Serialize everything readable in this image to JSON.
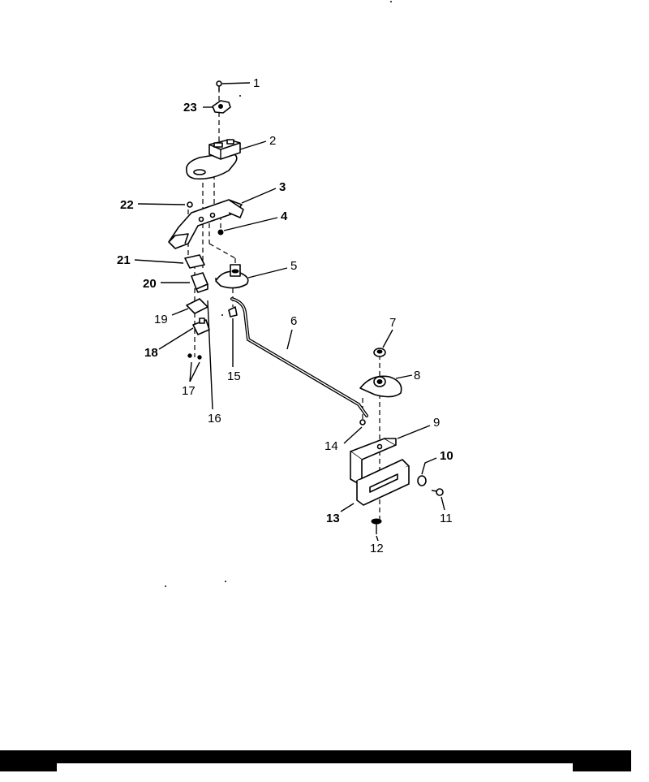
{
  "parts": [
    {
      "id": "1",
      "label": "1"
    },
    {
      "id": "2",
      "label": "2"
    },
    {
      "id": "3",
      "label": "3"
    },
    {
      "id": "4",
      "label": "4"
    },
    {
      "id": "5",
      "label": "5"
    },
    {
      "id": "6",
      "label": "6"
    },
    {
      "id": "7",
      "label": "7"
    },
    {
      "id": "8",
      "label": "8"
    },
    {
      "id": "9",
      "label": "9"
    },
    {
      "id": "10",
      "label": "10"
    },
    {
      "id": "11",
      "label": "11"
    },
    {
      "id": "12",
      "label": "12"
    },
    {
      "id": "13",
      "label": "13"
    },
    {
      "id": "14",
      "label": "14"
    },
    {
      "id": "15",
      "label": "15"
    },
    {
      "id": "16",
      "label": "16"
    },
    {
      "id": "17",
      "label": "17"
    },
    {
      "id": "18",
      "label": "18"
    },
    {
      "id": "19",
      "label": "19"
    },
    {
      "id": "20",
      "label": "20"
    },
    {
      "id": "21",
      "label": "21"
    },
    {
      "id": "22",
      "label": "22"
    },
    {
      "id": "23",
      "label": "23"
    }
  ],
  "colors": {
    "ink": "#000000",
    "paper": "#ffffff"
  }
}
